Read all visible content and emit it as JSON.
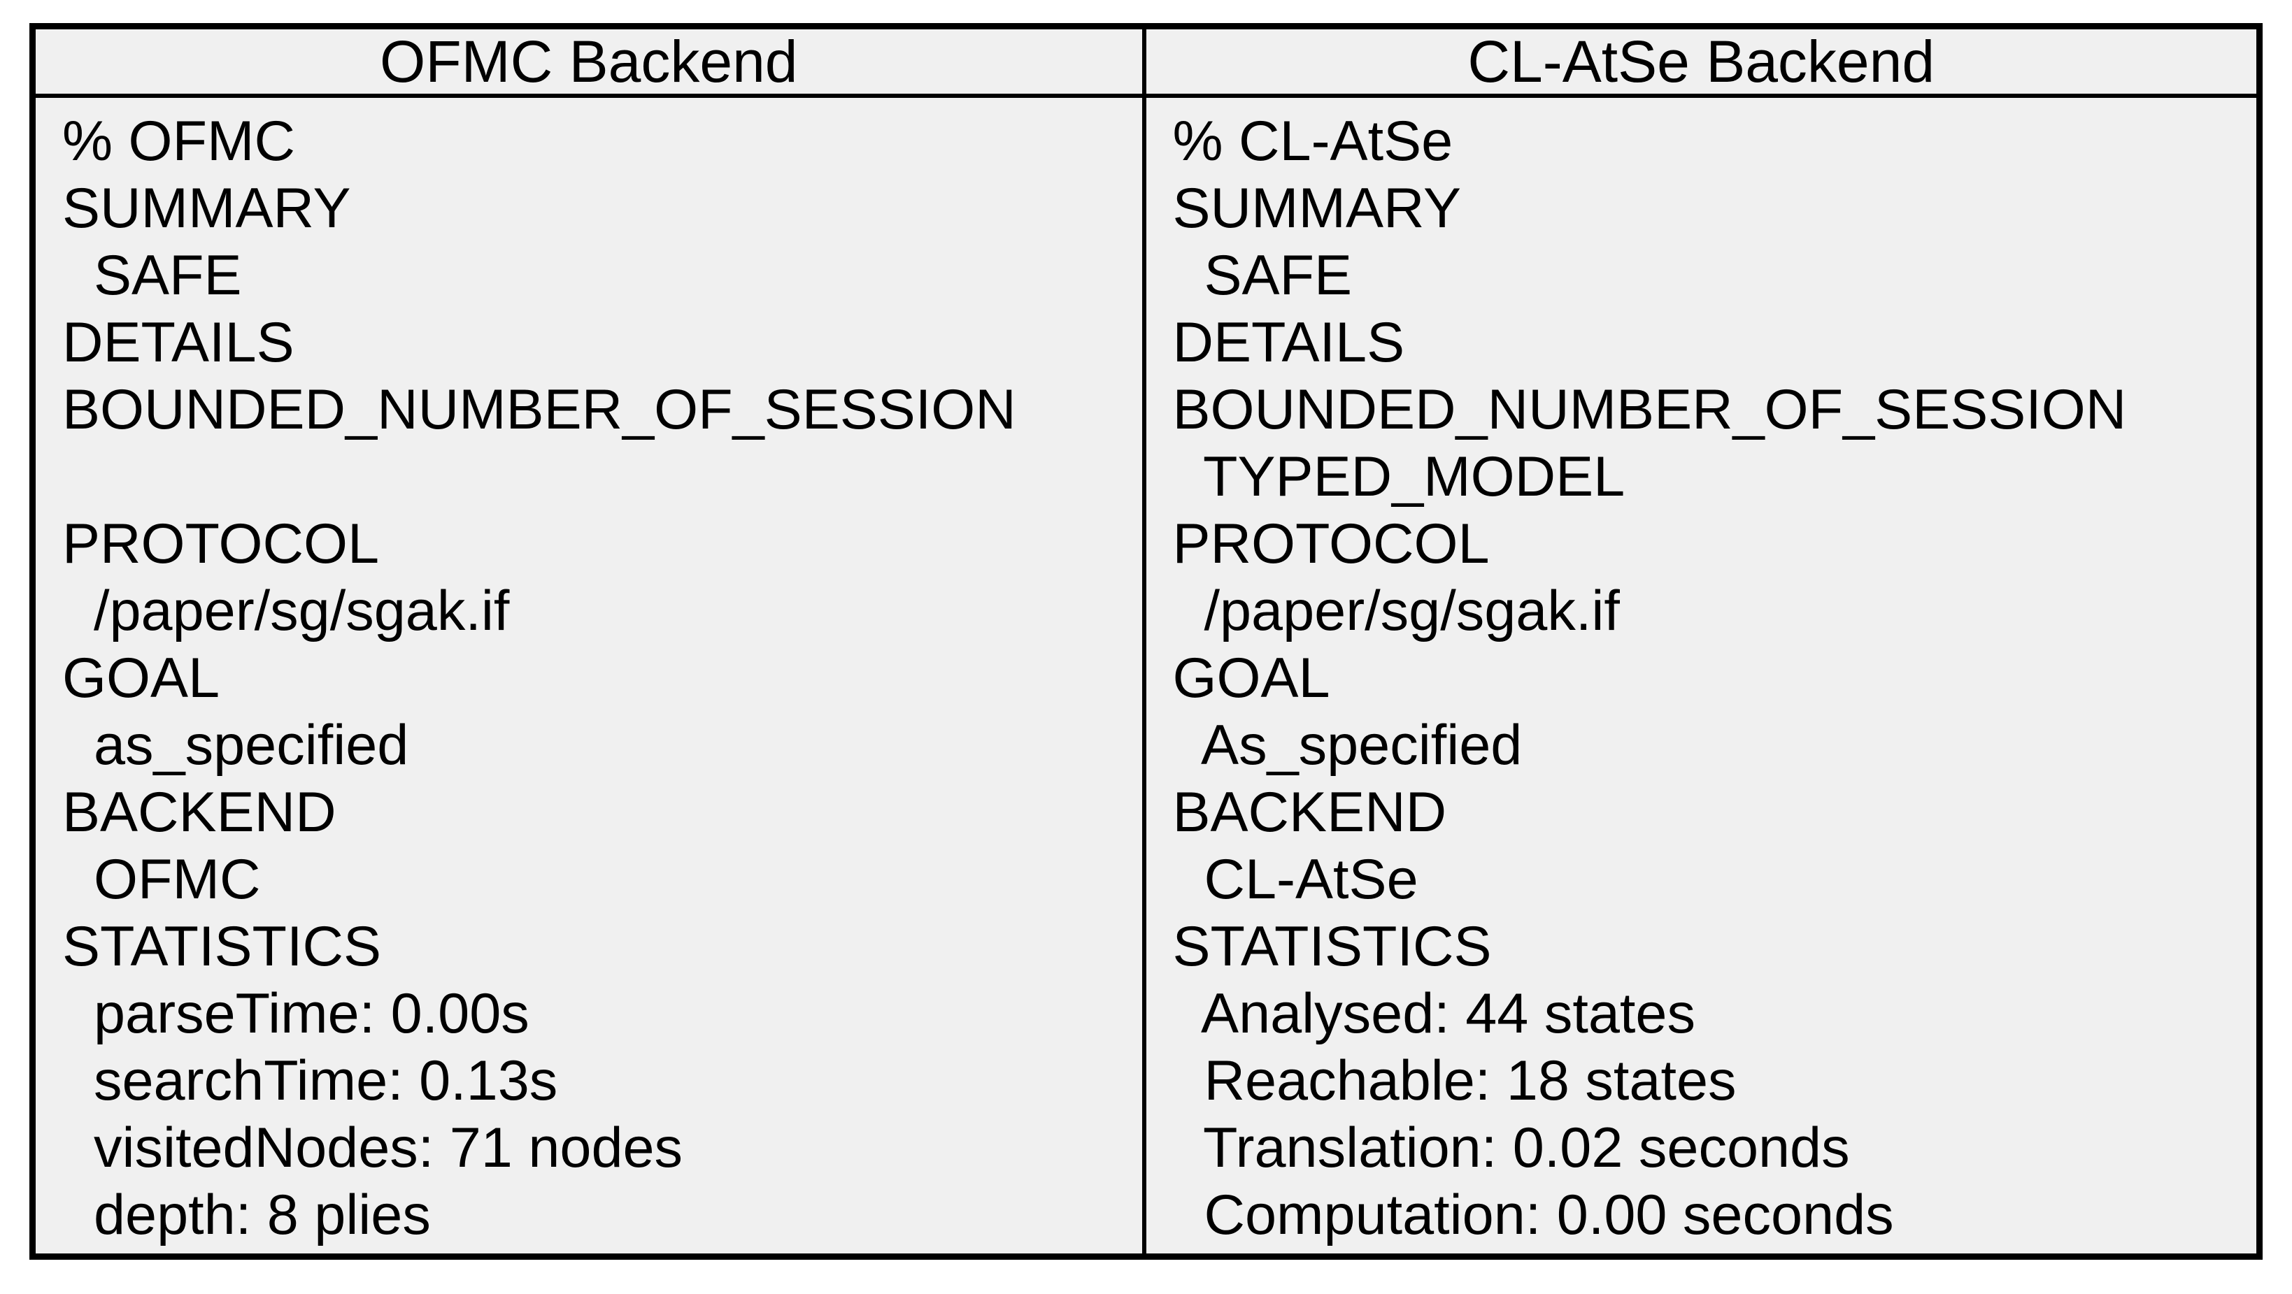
{
  "table": {
    "columns": [
      {
        "header": "OFMC Backend",
        "lines": [
          "% OFMC",
          "SUMMARY",
          "  SAFE",
          "DETAILS",
          "BOUNDED_NUMBER_OF_SESSION",
          "",
          "PROTOCOL",
          "  /paper/sg/sgak.if",
          "GOAL",
          "  as_specified",
          "BACKEND",
          "  OFMC",
          "STATISTICS",
          "  parseTime: 0.00s",
          "  searchTime: 0.13s",
          "  visitedNodes: 71 nodes",
          "  depth: 8 plies"
        ]
      },
      {
        "header": "CL-AtSe Backend",
        "lines": [
          "% CL-AtSe",
          "SUMMARY",
          "  SAFE",
          "DETAILS",
          "BOUNDED_NUMBER_OF_SESSION",
          "  TYPED_MODEL",
          "PROTOCOL",
          "  /paper/sg/sgak.if",
          "GOAL",
          "  As_specified",
          "BACKEND",
          "  CL-AtSe",
          "STATISTICS",
          "  Analysed: 44 states",
          "  Reachable: 18 states",
          "  Translation: 0.02 seconds",
          "  Computation: 0.00 seconds"
        ]
      }
    ]
  },
  "colors": {
    "cell_bg": "#f0f0f0",
    "border": "#000000",
    "text": "#000000",
    "page_bg": "#ffffff"
  }
}
